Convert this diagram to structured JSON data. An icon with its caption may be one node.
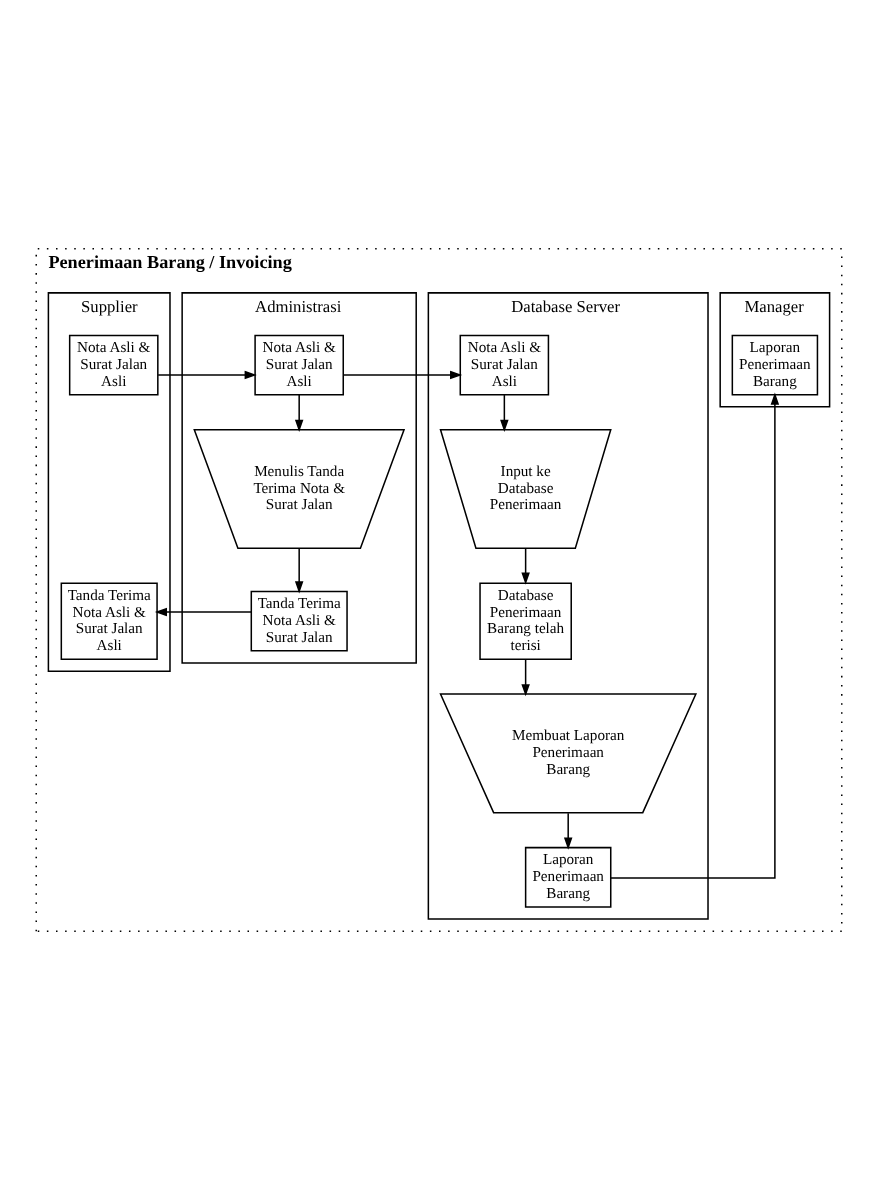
{
  "diagram": {
    "nodes": [
      {
        "text": [
          "Penerimaan Barang / Invoicing"
        ]
      },
      {
        "text": [
          "Supplier"
        ],
        "in": 0
      },
      {
        "text": [
          "Administrasi"
        ],
        "in": 0
      },
      {
        "text": [
          "Database Server"
        ],
        "in": 0
      },
      {
        "text": [
          "Manager"
        ],
        "in": 0
      },
      {
        "text": [
          "Nota Asli & Surat Jalan Asli"
        ],
        "in": 1
      },
      {
        "text": [
          "Nota Asli & Surat Jalan Asli"
        ],
        "in": 2
      },
      {
        "text": [
          "Nota Asli & Surat Jalan Asli"
        ],
        "in": 3
      },
      {
        "text": [
          "Laporan Penerimaan Barang"
        ],
        "in": 4
      },
      {
        "text": [
          "Menulis Tanda Terima Nota & Surat Jalan"
        ],
        "in": 2
      },
      {
        "text": [
          "Input ke Database Penerimaan"
        ],
        "in": 3
      },
      {
        "text": [
          "Tanda Terima Nota Asli & Surat Jalan Asli"
        ],
        "in": 1
      },
      {
        "text": [
          "Tanda Terima Nota Asli & Surat Jalan"
        ],
        "in": 2
      },
      {
        "text": [
          "Database Penerimaan Barang telah terisi"
        ],
        "in": 3
      },
      {
        "text": [
          "Membuat Laporan Penerimaan Barang"
        ],
        "in": 3
      },
      {
        "text": [
          "Laporan Penerimaan Barang"
        ],
        "in": 3
      }
    ],
    "edges": [
      {
        "from": 5,
        "to": 6,
        "arrow": "to"
      },
      {
        "from": 6,
        "to": 7,
        "arrow": "to"
      },
      {
        "from": 6,
        "to": 9,
        "arrow": "to"
      },
      {
        "from": 7,
        "to": 10,
        "arrow": "to"
      },
      {
        "from": 9,
        "to": 12,
        "arrow": "to"
      },
      {
        "from": 12,
        "to": 11,
        "arrow": "to"
      },
      {
        "from": 10,
        "to": 13,
        "arrow": "to"
      },
      {
        "from": 13,
        "to": 14,
        "arrow": "to"
      },
      {
        "from": 14,
        "to": 15,
        "arrow": "to"
      },
      {
        "from": 15,
        "to": 8,
        "arrow": "to"
      }
    ]
  }
}
